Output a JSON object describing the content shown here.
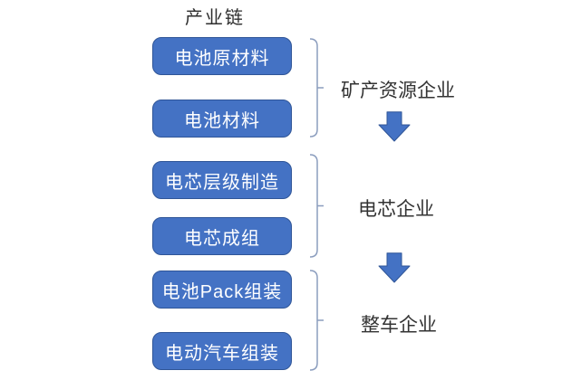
{
  "title": "产业链",
  "groups": [
    {
      "boxes": [
        "电池原材料",
        "电池材料"
      ],
      "label": "矿产资源企业"
    },
    {
      "boxes": [
        "电芯层级制造",
        "电芯成组"
      ],
      "label": "电芯企业"
    },
    {
      "boxes": [
        "电池Pack组装",
        "电动汽车组装"
      ],
      "label": "整车企业"
    }
  ],
  "icons": {
    "bracket": "right-curly-brace-icon",
    "arrow": "down-arrow-icon"
  },
  "colors": {
    "background": "#FFFFFF",
    "box_fill": "#4472C4",
    "box_border": "#2F5597",
    "box_text": "#FFFFFF",
    "bracket_stroke": "#8B9DBE",
    "arrow_fill": "#4472C4",
    "arrow_border": "#2F5597",
    "label_text": "#333333",
    "title_text": "#2E2E2E"
  }
}
